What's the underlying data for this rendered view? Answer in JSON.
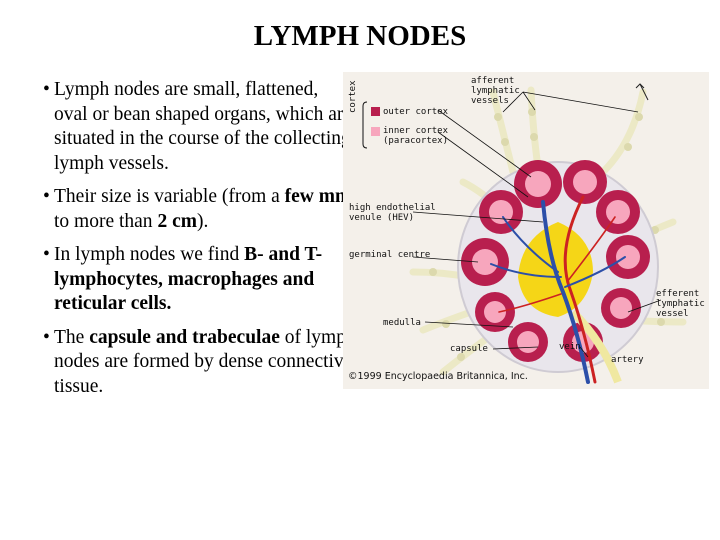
{
  "title": "LYMPH NODES",
  "bullets": [
    {
      "text": "Lymph nodes are small, flattened, oval or bean shaped organs, which are situated in the course of the collecting lymph vessels."
    },
    {
      "pre": "Their size is variable (from a ",
      "b1": "few mm",
      "mid": " to more than ",
      "b2": "2 cm",
      "post": ")."
    },
    {
      "pre": "In lymph nodes we find ",
      "b1": "B- and T-lymphocytes, macrophages and reticular cells."
    },
    {
      "pre": "The ",
      "b1": "capsule and trabeculae",
      "post": " of lymph nodes are formed by dense connective tissue."
    }
  ],
  "figure": {
    "labels": {
      "afferent": "afferent\nlymphatic\nvessels",
      "cortex": "cortex",
      "outer_cortex": "outer cortex",
      "inner_cortex": "inner cortex\n(paracortex)",
      "hev": "high endothelial\nvenule (HEV)",
      "germinal": "germinal centre",
      "efferent": "efferent\nlymphatic\nvessel",
      "medulla": "medulla",
      "capsule": "capsule",
      "vein": "vein",
      "artery": "artery",
      "credit": "©1999 Encyclopaedia Britannica, Inc."
    },
    "colors": {
      "outer_cortex": "#b81f4e",
      "inner_cortex": "#f7a6bd",
      "medulla": "#f6d400",
      "vein": "#2c4fa8",
      "artery": "#cc2222"
    }
  }
}
